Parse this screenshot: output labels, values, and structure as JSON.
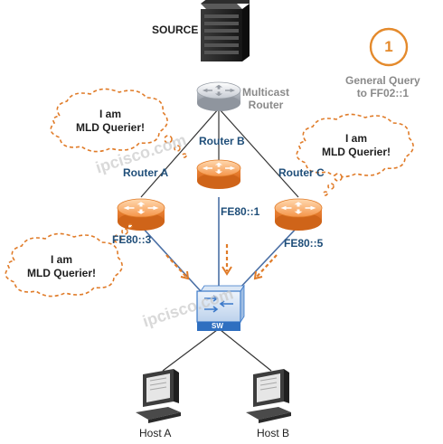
{
  "labels": {
    "source": "SOURCE",
    "multicast_router": [
      "Multicast",
      "Router"
    ],
    "router_a": "Router A",
    "router_b": "Router B",
    "router_c": "Router C",
    "addr_a": "FE80::3",
    "addr_b": "FE80::1",
    "addr_c": "FE80::5",
    "host_a": "Host A",
    "host_b": "Host B",
    "switch": "SW"
  },
  "step": {
    "number": "1",
    "text": [
      "General Query",
      "to FF02::1"
    ]
  },
  "clouds": {
    "left_top": [
      "I am",
      "MLD Querier!"
    ],
    "right": [
      "I am",
      "MLD Querier!"
    ],
    "left_bottom": [
      "I am",
      "MLD Querier!"
    ]
  },
  "watermark": "ipcisco.com",
  "colors": {
    "router_orange": "#f08a3c",
    "mcast_router_grey": "#c8ccd2",
    "link_blue": "#4a6fa5",
    "cloud_border": "#e07b28",
    "switch_blue": "#3a78c9"
  }
}
